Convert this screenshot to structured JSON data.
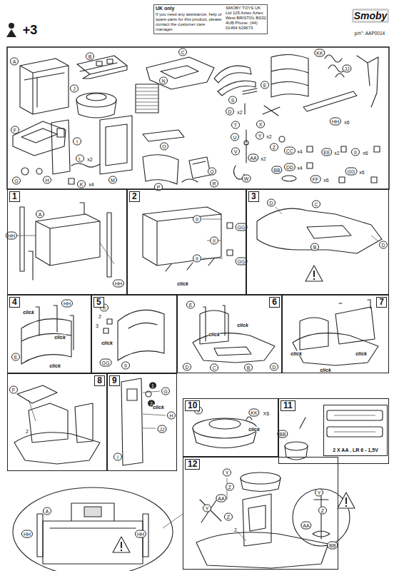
{
  "diagram": {
    "nodes": [
      {
        "text": [
          "UK only",
          "If you need any assistance, help or spare parts for this product, please contact the customer care manager.",
          "SMOBY TOYS UK Ltd 125 Aztec Aztec West BRISTOL BS32 4UB Phone: (44) 01454 629673"
        ]
      },
      {
        "text": [
          "1"
        ]
      },
      {
        "text": [
          "2"
        ]
      },
      {
        "text": [
          "3"
        ]
      },
      {
        "text": [
          "4"
        ]
      },
      {
        "text": [
          "5"
        ]
      },
      {
        "text": [
          "6"
        ]
      },
      {
        "text": [
          "7"
        ]
      },
      {
        "text": [
          "8"
        ]
      },
      {
        "text": [
          "9"
        ]
      },
      {
        "text": [
          "10"
        ]
      },
      {
        "text": [
          "11"
        ]
      },
      {
        "text": [
          "12"
        ]
      },
      {
        "text": [
          "2 X AA . LR 6 - 1,5V"
        ],
        "in": 11
      }
    ],
    "labels": [
      "Smoby",
      "+3",
      "p/n°: AAP0014",
      "A",
      "B",
      "C",
      "D",
      "x2",
      "E",
      "KK",
      "JJ",
      "F",
      "G",
      "H",
      "I",
      "J",
      "K",
      "x4",
      "L",
      "x2",
      "M",
      "N",
      "O",
      "P",
      "Q",
      "R",
      "S",
      "T",
      "U",
      "V",
      "W",
      "X",
      "Y",
      "x2",
      "Z",
      "AA",
      "x2",
      "BB",
      "CC",
      "x4",
      "DD",
      "x4",
      "EE",
      "x2",
      "FF",
      "x6",
      "GG",
      "x6",
      "HH",
      "x6",
      "II",
      "x6",
      "HH",
      "A",
      "HH",
      "II",
      "GG",
      "II",
      "II",
      "GG",
      "click",
      "D",
      "C",
      "B",
      "D",
      "click",
      "HH",
      "click",
      "E",
      "click",
      "II",
      "2",
      "3",
      "click",
      "II",
      "GG",
      "E",
      "click",
      "click",
      "D",
      "C",
      "B",
      "D",
      "click",
      "click",
      "click",
      "F",
      "2",
      "1",
      "G",
      "2",
      "H",
      "click",
      "JJ",
      "I",
      "J",
      "KK",
      "X6",
      "click",
      "BB",
      "Y",
      "Z",
      "AA",
      "2",
      "Y",
      "Z",
      "Y",
      "Z",
      "AA",
      "BB",
      "HH",
      "A",
      "HH"
    ]
  }
}
